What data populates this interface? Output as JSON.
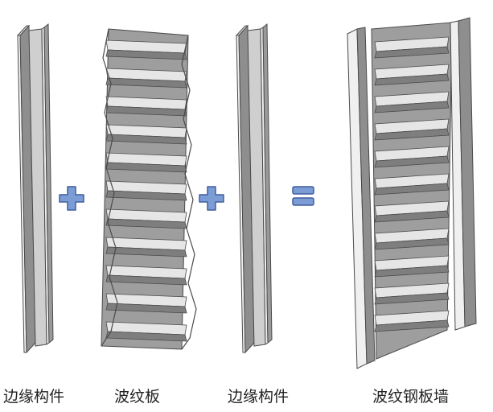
{
  "labels": {
    "edge_member_left": "边缘构件",
    "corrugated_plate": "波纹板",
    "edge_member_right": "边缘构件",
    "corrugated_steel_wall": "波纹钢板墙"
  },
  "operators": {
    "plus_1": "plus-icon",
    "plus_2": "plus-icon",
    "equals": "equals-icon"
  },
  "colors": {
    "operator_fill": "#7C9CD6",
    "operator_stroke": "#3E5F9E",
    "steel_light": "#E9E9E9",
    "steel_mid": "#C4C4C4",
    "steel_dark": "#8E8E8E",
    "outline": "#4A4A4A"
  }
}
